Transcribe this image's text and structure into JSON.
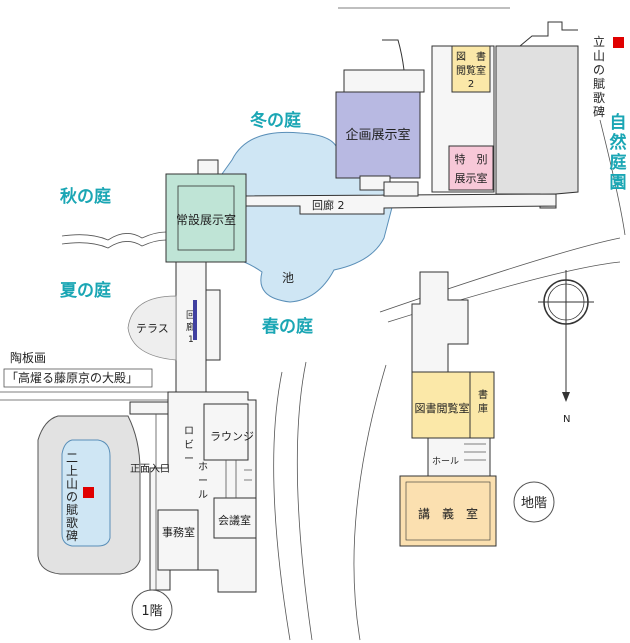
{
  "colors": {
    "pond": "#cfe6f4",
    "pond_edge": "#5a8fb8",
    "permanent_gallery": "#bfe4d6",
    "special_gallery": "#b8b9e2",
    "library": "#fbe8a8",
    "lecture": "#fbe0b0",
    "special_exhibit": "#f7c8d8",
    "grey_building": "#e0e0e0",
    "garden_text": "#1aa6b4",
    "marker": "#e00000"
  },
  "gardens": {
    "winter": "冬の庭",
    "autumn": "秋の庭",
    "summer": "夏の庭",
    "spring": "春の庭",
    "nature": "自然庭園"
  },
  "rooms": {
    "special_gallery": "企画展示室",
    "permanent_gallery": "常設展示室",
    "library2": [
      "図　書",
      "閲覧室",
      "2"
    ],
    "special_exhibit": [
      "特　別",
      "展示室"
    ],
    "corridor2": "回廊 2",
    "corridor1": [
      "回",
      "廊",
      "1"
    ],
    "pond": "池",
    "terrace": "テラス",
    "lobby": [
      "ロ",
      "ビ",
      "ー"
    ],
    "hall": [
      "ホ",
      "ー",
      "ル"
    ],
    "lounge": "ラウンジ",
    "entrance": "正面入口",
    "office": "事務室",
    "meeting": "会議室",
    "library_b1": "図書閲覧室",
    "stack": [
      "書",
      "庫"
    ],
    "hall_b1": "ホール",
    "lecture": "講　義　室"
  },
  "monuments": {
    "tateyama": [
      "立",
      "山",
      "の",
      "賦",
      "歌",
      "碑"
    ],
    "futagami": [
      "二",
      "上",
      "山",
      "の",
      "賦",
      "歌",
      "碑"
    ]
  },
  "ceramic": {
    "title": "陶板画",
    "name": "「高燿る藤原京の大殿」"
  },
  "floors": {
    "first": "1階",
    "basement": "地階"
  },
  "compass": {
    "north": "N"
  }
}
